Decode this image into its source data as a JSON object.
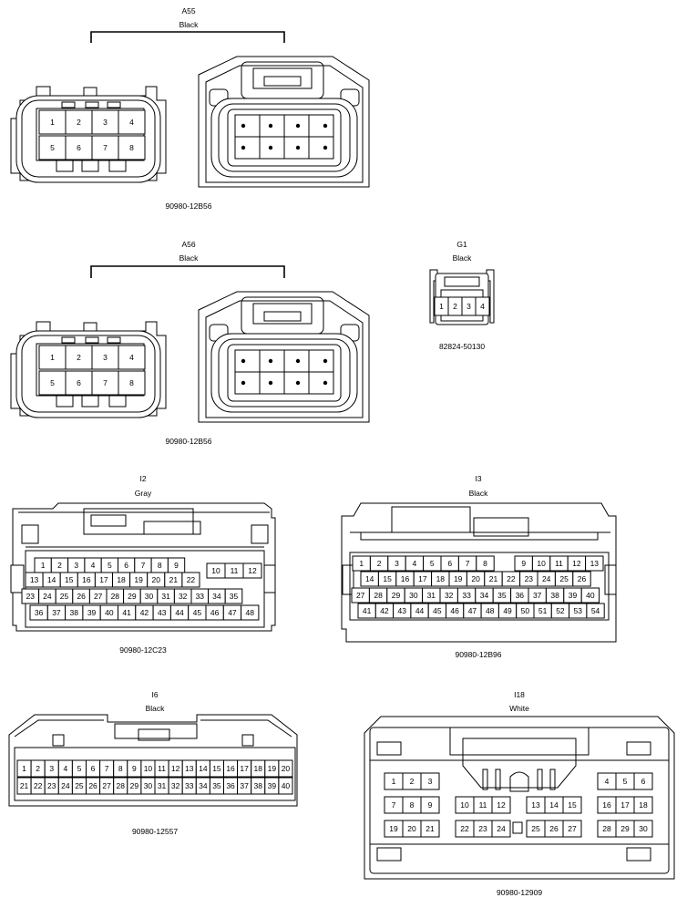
{
  "connectors": {
    "a55": {
      "id": "A55",
      "color": "Black",
      "part": "90980-12B56",
      "pins": [
        "1",
        "2",
        "3",
        "4",
        "5",
        "6",
        "7",
        "8"
      ]
    },
    "a56": {
      "id": "A56",
      "color": "Black",
      "part": "90980-12B56",
      "pins": [
        "1",
        "2",
        "3",
        "4",
        "5",
        "6",
        "7",
        "8"
      ]
    },
    "g1": {
      "id": "G1",
      "color": "Black",
      "part": "82824-50130",
      "pins": [
        "1",
        "2",
        "3",
        "4"
      ]
    },
    "i2": {
      "id": "I2",
      "color": "Gray",
      "part": "90980-12C23",
      "rows": [
        [
          "1",
          "2",
          "3",
          "4",
          "5",
          "6",
          "7",
          "8",
          "9"
        ],
        [
          "10",
          "11",
          "12"
        ],
        [
          "13",
          "14",
          "15",
          "16",
          "17",
          "18",
          "19",
          "20",
          "21",
          "22"
        ],
        [
          "23",
          "24",
          "25",
          "26",
          "27",
          "28",
          "29",
          "30",
          "31",
          "32",
          "33",
          "34",
          "35"
        ],
        [
          "36",
          "37",
          "38",
          "39",
          "40",
          "41",
          "42",
          "43",
          "44",
          "45",
          "46",
          "47",
          "48"
        ]
      ]
    },
    "i3": {
      "id": "I3",
      "color": "Black",
      "part": "90980-12B96",
      "rows": [
        [
          "1",
          "2",
          "3",
          "4",
          "5",
          "6",
          "7",
          "8"
        ],
        [
          "9",
          "10",
          "11",
          "12",
          "13"
        ],
        [
          "14",
          "15",
          "16",
          "17",
          "18",
          "19",
          "20",
          "21",
          "22",
          "23",
          "24",
          "25",
          "26"
        ],
        [
          "27",
          "28",
          "29",
          "30",
          "31",
          "32",
          "33",
          "34",
          "35",
          "36",
          "37",
          "38",
          "39",
          "40"
        ],
        [
          "41",
          "42",
          "43",
          "44",
          "45",
          "46",
          "47",
          "48",
          "49",
          "50",
          "51",
          "52",
          "53",
          "54"
        ]
      ]
    },
    "i6": {
      "id": "I6",
      "color": "Black",
      "part": "90980-12557",
      "rows": [
        [
          "1",
          "2",
          "3",
          "4",
          "5",
          "6",
          "7",
          "8",
          "9",
          "10",
          "11",
          "12",
          "13",
          "14",
          "15",
          "16",
          "17",
          "18",
          "19",
          "20"
        ],
        [
          "21",
          "22",
          "23",
          "24",
          "25",
          "26",
          "27",
          "28",
          "29",
          "30",
          "31",
          "32",
          "33",
          "34",
          "35",
          "36",
          "37",
          "38",
          "39",
          "40"
        ]
      ]
    },
    "i18": {
      "id": "I18",
      "color": "White",
      "part": "90980-12909",
      "rows": [
        [
          "1",
          "2",
          "3"
        ],
        [
          "4",
          "5",
          "6"
        ],
        [
          "7",
          "8",
          "9"
        ],
        [
          "10",
          "11",
          "12"
        ],
        [
          "13",
          "14",
          "15"
        ],
        [
          "16",
          "17",
          "18"
        ],
        [
          "19",
          "20",
          "21"
        ],
        [
          "22",
          "23",
          "24"
        ],
        [
          "25",
          "26",
          "27"
        ],
        [
          "28",
          "29",
          "30"
        ]
      ]
    }
  }
}
